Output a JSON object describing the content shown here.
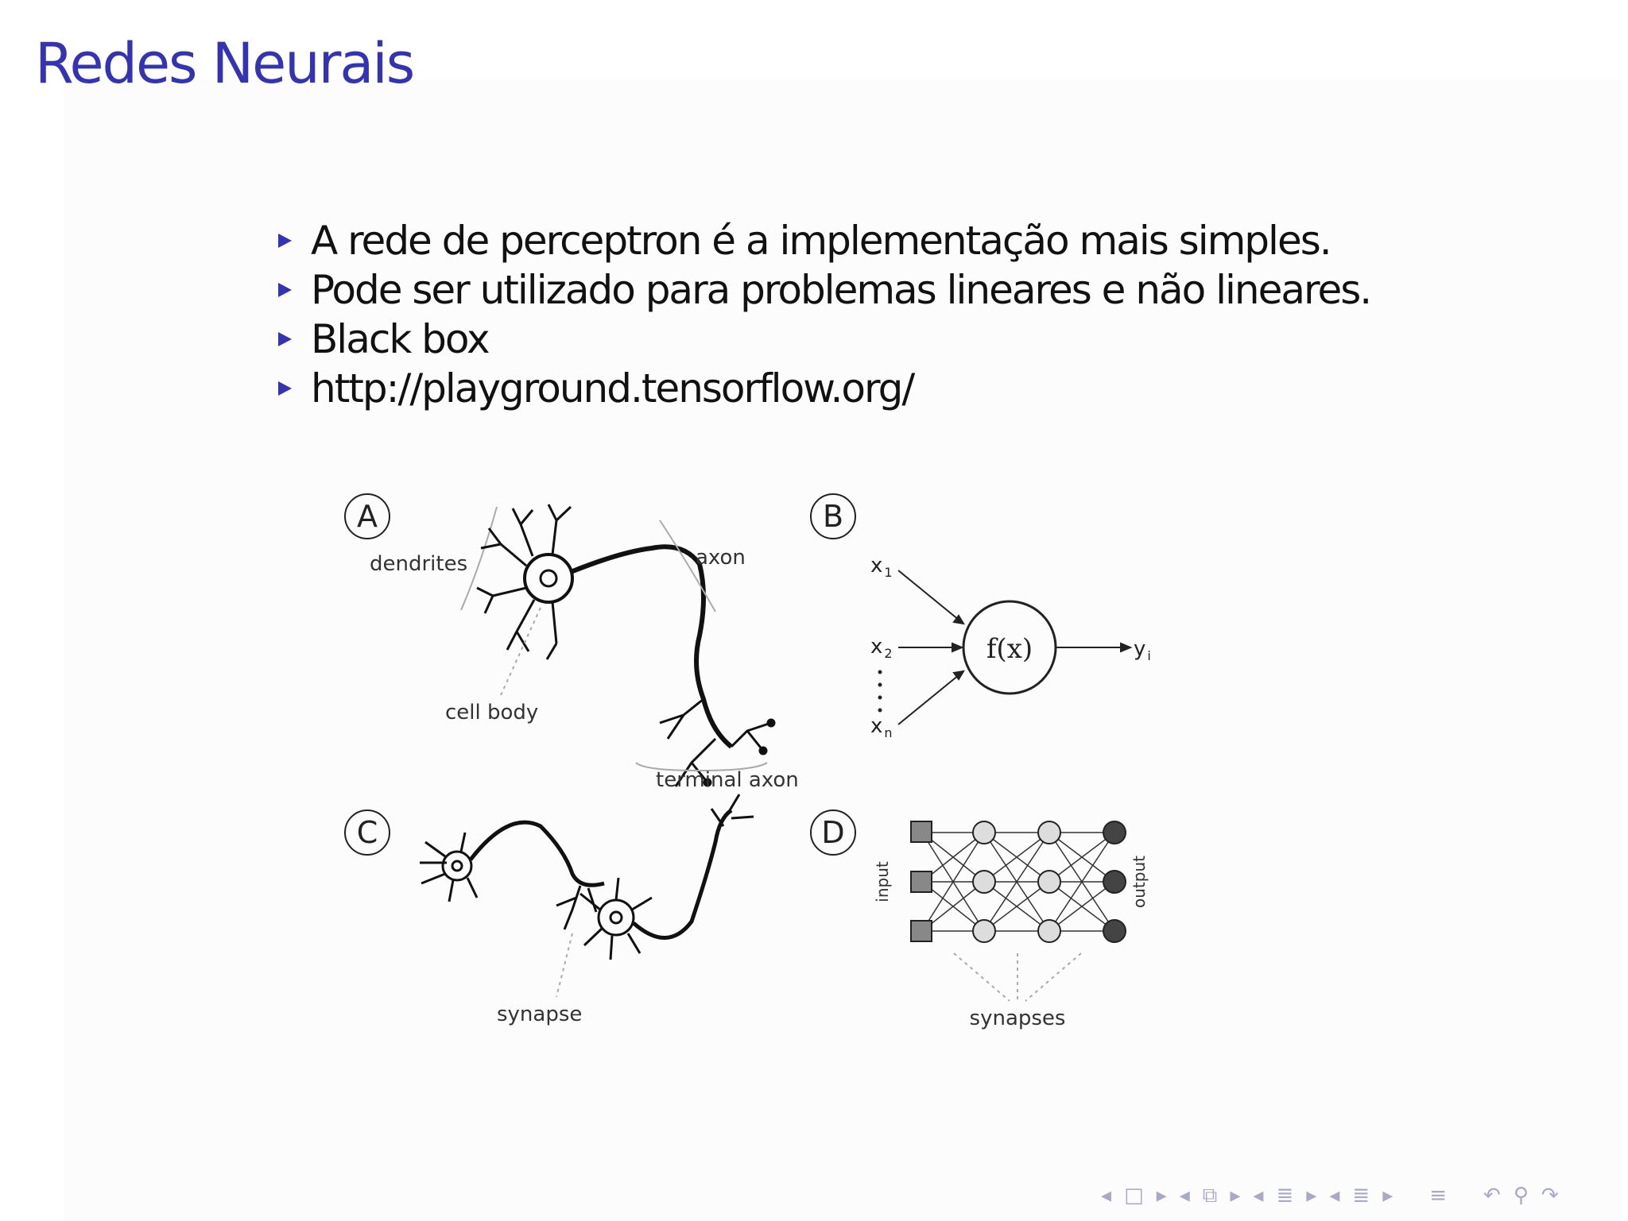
{
  "slide": {
    "title": "Redes Neurais",
    "bullets": [
      "A  rede de perceptron é a implementação mais simples.",
      "Pode ser  utilizado  para problemas lineares e não  lineares.",
      "Black box",
      "http://playground.tensorflow.org/"
    ]
  },
  "figure": {
    "panels": {
      "a": "A",
      "b": "B",
      "c": "C",
      "d": "D"
    },
    "labels": {
      "dendrites": "dendrites",
      "axon": "axon",
      "cell_body": "cell body",
      "terminal_axon": "terminal axon",
      "synapse": "synapse",
      "synapses": "synapses",
      "input": "input",
      "output": "output",
      "fx": "f(x)",
      "x1": "x",
      "x1_sub": "1",
      "x2": "x",
      "x2_sub": "2",
      "xn": "x",
      "xn_sub": "n",
      "y": "y",
      "y_sub": "i"
    }
  },
  "colors": {
    "title": "#3333b3",
    "bullet": "#3333b3",
    "text": "#111111",
    "nav": "#a8a8c8"
  },
  "nav": {
    "icons": [
      "nav-prev-icon",
      "frame-icon",
      "nav-next-icon",
      "nav-prev-icon",
      "section-icon",
      "nav-next-icon",
      "nav-prev-icon",
      "subsection-icon",
      "nav-next-icon",
      "nav-prev-icon",
      "list-icon",
      "nav-next-icon",
      "align-icon",
      "undo-icon",
      "search-icon",
      "redo-icon"
    ]
  }
}
